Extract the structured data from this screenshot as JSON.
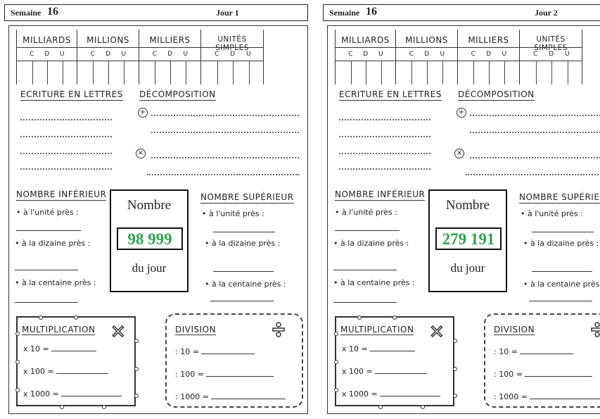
{
  "header": {
    "week_label": "Semaine",
    "week_number": "16"
  },
  "place_value": {
    "groups": [
      "MILLIARDS",
      "MILLIONS",
      "MILLIERS",
      "UNITÉS SIMPLES"
    ],
    "columns": [
      "C",
      "D",
      "U"
    ]
  },
  "titles": {
    "letters": "ECRITURE EN LETTRES",
    "decomposition": "DÉCOMPOSITION",
    "lower": "NOMBRE INFÉRIEUR",
    "upper": "NOMBRE SUPÉRIEUR",
    "multiplication": "MULTIPLICATION",
    "division": "DIVISION"
  },
  "icons": {
    "plus": "+",
    "times": "×"
  },
  "rounding": [
    "• à l'unité près :",
    "• à la dizaine près :",
    "• à la centaine près :"
  ],
  "number_box": {
    "line1": "Nombre",
    "line2": "du jour"
  },
  "mult_ops": [
    "x 10 = ",
    "x 100 = ",
    "x 1000 = "
  ],
  "div_ops": [
    ": 10 = ",
    ": 100 = ",
    ": 1000 = "
  ],
  "days": [
    {
      "day_label": "Jour 1",
      "number": "98 999"
    },
    {
      "day_label": "Jour 2",
      "number": "279 191"
    }
  ],
  "colors": {
    "number": "#2ea44f"
  }
}
